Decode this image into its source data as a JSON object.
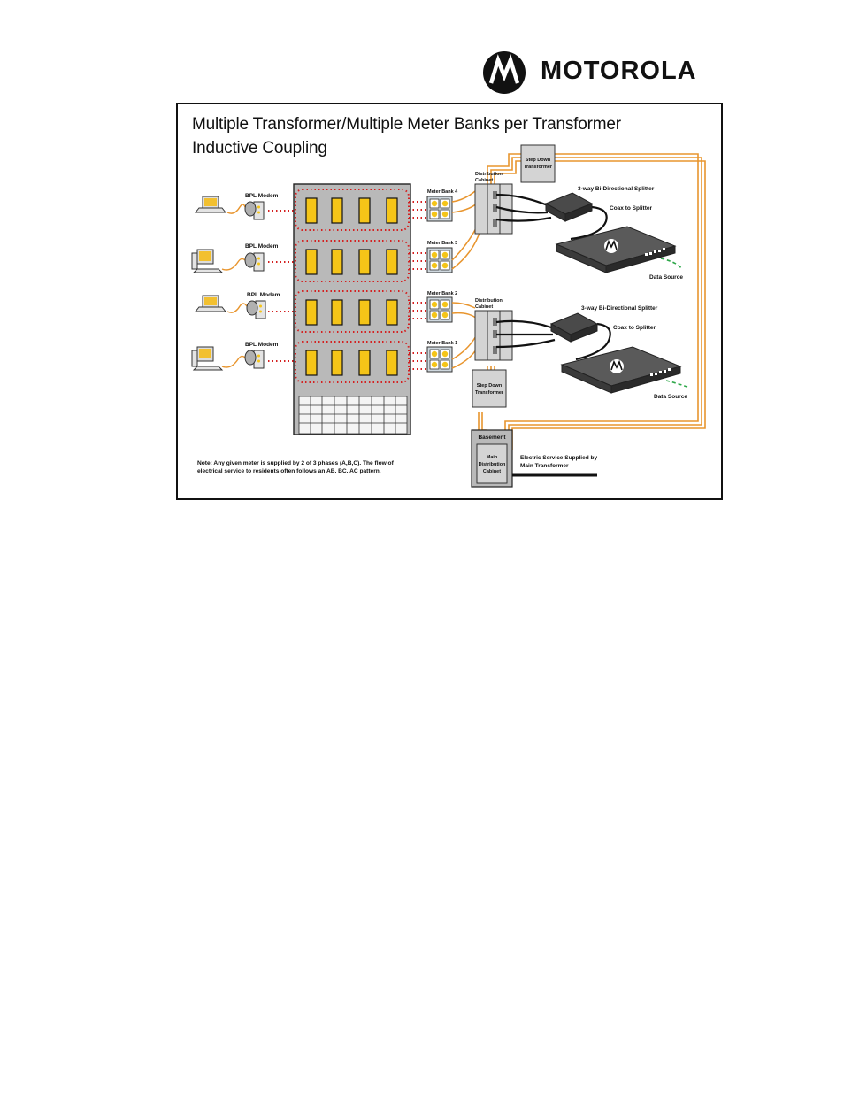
{
  "brand": {
    "name": "MOTOROLA",
    "logo_icon": "motorola-batwing-icon"
  },
  "diagram": {
    "title_line1": "Multiple Transformer/Multiple Meter Banks per Transformer",
    "title_line2": "Inductive Coupling",
    "bpl_modem_label": "BPL Modem",
    "meter_banks": [
      "Meter Bank 4",
      "Meter Bank 3",
      "Meter Bank 2",
      "Meter Bank 1"
    ],
    "distribution_cabinet_label": [
      "Distribution",
      "Cabinet"
    ],
    "step_down_transformer_label": [
      "Step Down",
      "Transformer"
    ],
    "splitter_label": "3-way Bi-Directional Splitter",
    "coax_label": "Coax to Splitter",
    "data_source_label": "Data Source",
    "basement_label": "Basement",
    "main_cabinet_label": [
      "Main",
      "Distribution",
      "Cabinet"
    ],
    "electric_service_label": [
      "Electric Service Supplied by",
      "Main Transformer"
    ],
    "note_lines": [
      "Note: Any given meter is supplied by 2 of 3 phases (A,B,C).  The flow of",
      "electrical service to residents often follows an AB, BC, AC pattern."
    ]
  },
  "colors": {
    "orange_wire": "#e8952e",
    "red_dots": "#d42020",
    "building_gray": "#b9b9b9",
    "window_yellow": "#f5c518",
    "data_green": "#2ea84a"
  }
}
